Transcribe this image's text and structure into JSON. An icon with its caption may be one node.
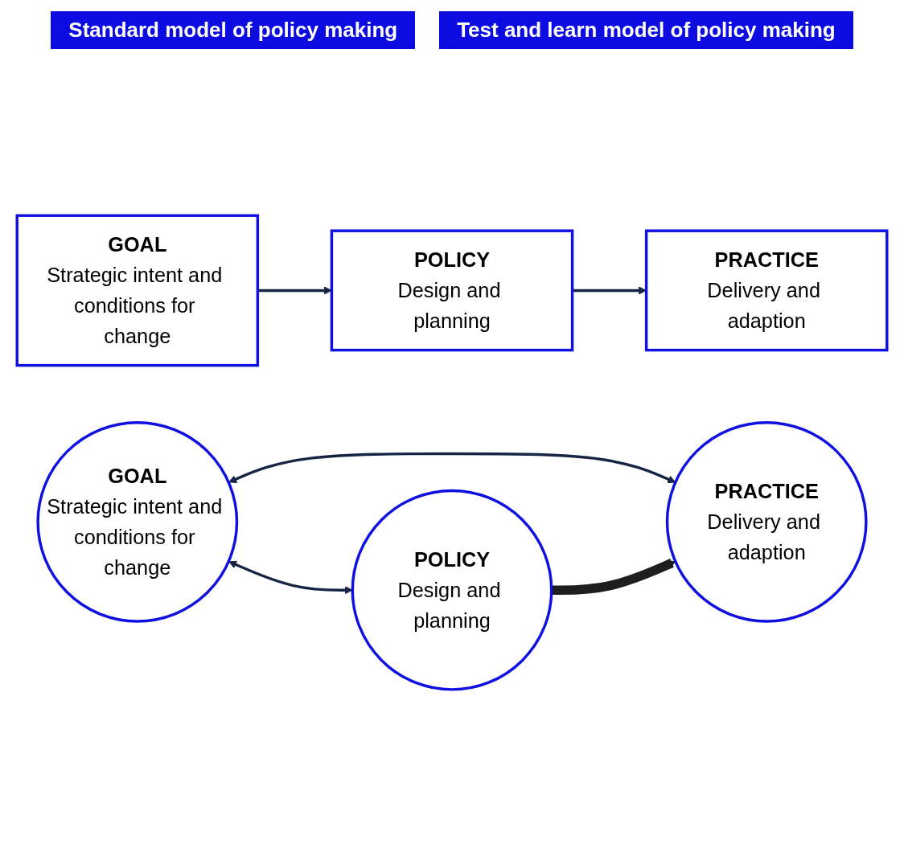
{
  "diagram": {
    "nodes": [
      {
        "text": [
          "GOAL",
          "Strategic intent and conditions for change"
        ]
      },
      {
        "text": [
          "POLICY",
          "Design and planning"
        ]
      },
      {
        "text": [
          "PRACTICE",
          "Delivery and adaption"
        ]
      },
      {
        "text": [
          "GOAL",
          "Strategic intent and conditions for change"
        ]
      },
      {
        "text": [
          "PRACTICE",
          "Delivery and adaption"
        ]
      },
      {
        "text": [
          "POLICY",
          "Design and planning"
        ]
      }
    ],
    "edges": [
      {
        "from": 0,
        "to": 1,
        "arrow": "to"
      },
      {
        "from": 1,
        "to": 2,
        "arrow": "to"
      },
      {
        "from": 3,
        "to": 4,
        "arrow": "both"
      },
      {
        "from": 3,
        "to": 5,
        "arrow": "both"
      },
      {
        "from": 5,
        "to": 4,
        "arrow": "to",
        "style": "thick",
        "color": "#1e1e1e"
      }
    ],
    "labels": [
      "Standard model of policy making",
      "Test and learn model of policy making"
    ]
  }
}
